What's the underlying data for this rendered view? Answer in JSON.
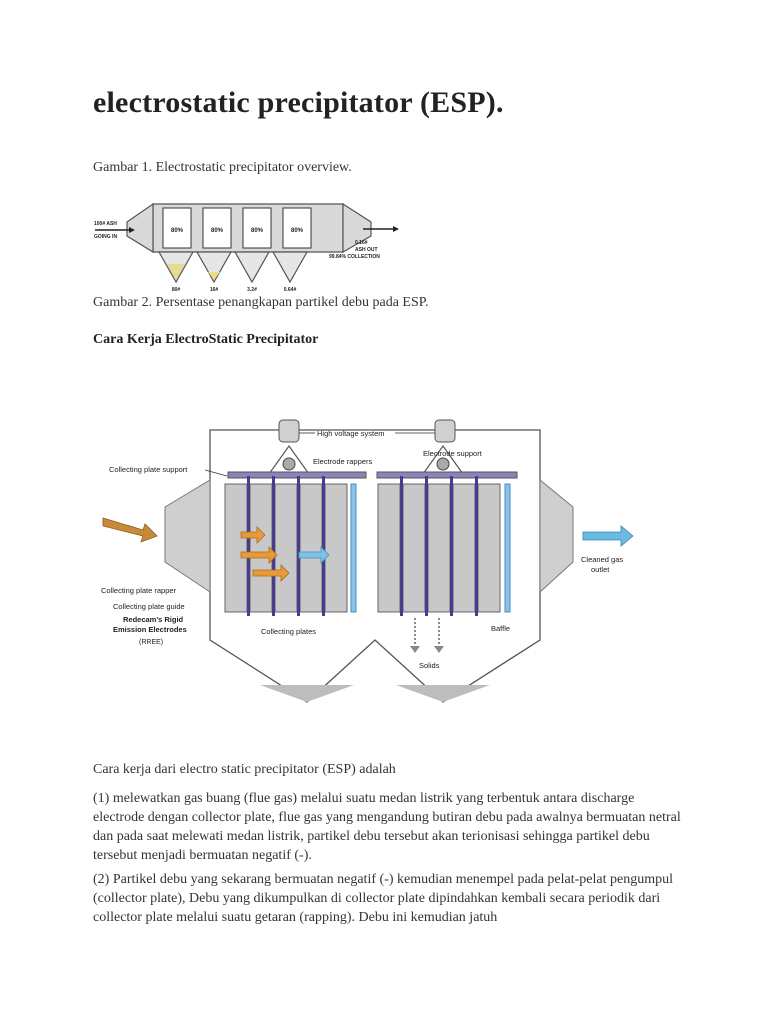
{
  "document": {
    "title": "electrostatic precipitator (ESP).",
    "caption1": "Gambar 1. Electrostatic precipitator overview.",
    "caption2": "Gambar 2. Persentase penangkapan partikel debu pada ESP.",
    "section_heading": "Cara Kerja ElectroStatic Precipitator",
    "intro": "Cara kerja dari electro static precipitator (ESP) adalah",
    "paragraph1": "(1) melewatkan gas buang (flue gas) melalui suatu medan listrik yang terbentuk antara discharge electrode dengan collector plate, flue gas yang mengandung butiran debu pada awalnya bermuatan netral dan pada saat melewati medan listrik, partikel debu tersebut akan terionisasi sehingga partikel debu tersebut menjadi bermuatan negatif (-).",
    "paragraph2": "(2) Partikel debu yang sekarang bermuatan negatif (-) kemudian menempel pada pelat-pelat pengumpul (collector plate), Debu yang dikumpulkan di collector plate dipindahkan kembali secara periodik dari collector plate melalui suatu getaran (rapping). Debu ini kemudian jatuh"
  },
  "figure1": {
    "inlet_line1": "100# ASH",
    "inlet_line2": "GOING IN",
    "fields": [
      "80%",
      "80%",
      "80%",
      "80%"
    ],
    "hoppers": [
      "80#",
      "16#",
      "3.2#",
      "0.64#"
    ],
    "outlet_line1": "0.16#",
    "outlet_line2": "ASH OUT",
    "outlet_line3": "99.84% COLLECTION"
  },
  "figure2": {
    "high_voltage": "High voltage system",
    "electrode_support": "Electrode support",
    "electrode_rappers": "Electrode rappers",
    "collecting_plate_support": "Collecting plate support",
    "collecting_plate_rapper": "Collecting plate rapper",
    "collecting_plate_guide": "Collecting plate guide",
    "rree_line1": "Redecam's Rigid",
    "rree_line2": "Emission Electrodes",
    "rree_line3": "(RREE)",
    "collecting_plates": "Collecting plates",
    "solids": "Solids",
    "baffle": "Baffle",
    "cleaned_line1": "Cleaned gas",
    "cleaned_line2": "outlet"
  },
  "colors": {
    "inlet_arrow": "#c8893a",
    "outlet_arrow": "#6bb8e0",
    "electrode": "#4a3c8c",
    "baffle": "#8cc2e8"
  }
}
